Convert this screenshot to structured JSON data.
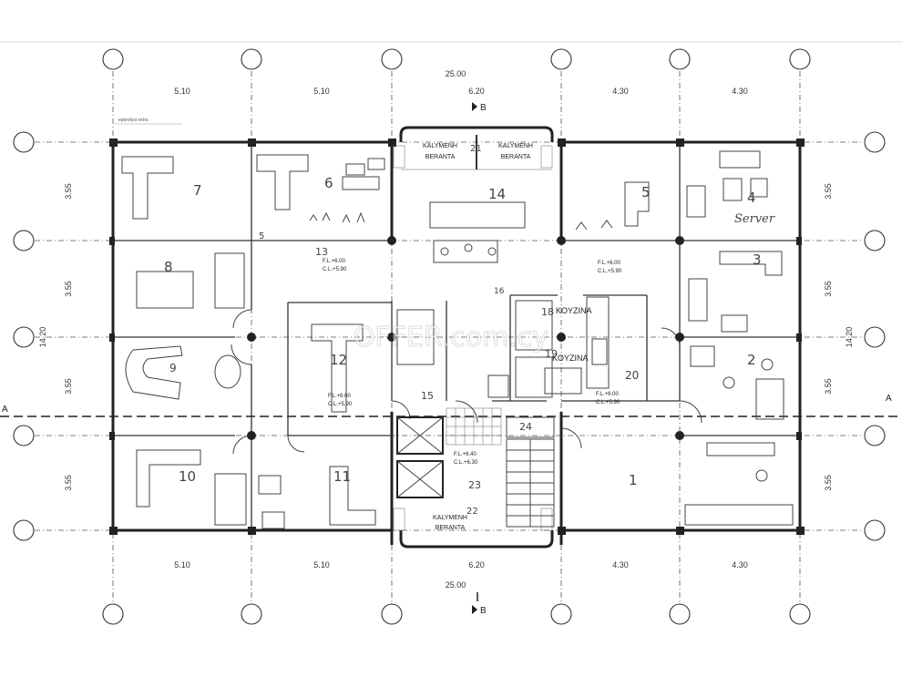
{
  "top_dimensions": {
    "total": "25.00",
    "spans": [
      "5.10",
      "5.10",
      "6.20",
      "4.30",
      "4.30"
    ]
  },
  "bottom_dimensions": {
    "total": "25.00",
    "spans": [
      "5.10",
      "5.10",
      "6.20",
      "4.30",
      "4.30"
    ]
  },
  "left_dimensions": {
    "total": "14.20",
    "spans": [
      "3.55",
      "3.55",
      "3.55",
      "3.55"
    ]
  },
  "right_dimensions": {
    "total": "14.20",
    "spans": [
      "3.55",
      "3.55",
      "3.55",
      "3.55"
    ]
  },
  "section_markers": {
    "top": "B",
    "bottom": "B",
    "left": "A",
    "right": "A"
  },
  "balcony_labels": {
    "top_left": [
      "KALYMENH",
      "BERANTA"
    ],
    "top_right": [
      "KALYMENH",
      "BERANTA"
    ],
    "bottom": [
      "KALYMENH",
      "BERANTA"
    ]
  },
  "kitchen_labels": [
    "KOYZINA",
    "KOYZINA"
  ],
  "levels": {
    "left_upper": [
      "F.L.+6.00",
      "C.L.+5.90"
    ],
    "right_upper": [
      "F.L.+6.00",
      "C.L.+5.90"
    ],
    "left_lower": [
      "F.L.+6.00",
      "C.L.+5.90"
    ],
    "right_lower": [
      "F.L.+6.00",
      "C.L.+5.90"
    ],
    "core": [
      "F.L.+6.40",
      "C.L.+6.30"
    ]
  },
  "room_numbers": [
    "7",
    "6",
    "14",
    "5",
    "4",
    "8",
    "3",
    "12",
    "2",
    "10",
    "11",
    "1",
    "13",
    "15",
    "16",
    "18",
    "19",
    "20",
    "21",
    "22",
    "23",
    "24",
    "5",
    "9"
  ],
  "handwritten": {
    "server": "Server"
  },
  "small_notes": {
    "top_left": "ependysi extra"
  },
  "watermark": "OFFER.com.cy"
}
